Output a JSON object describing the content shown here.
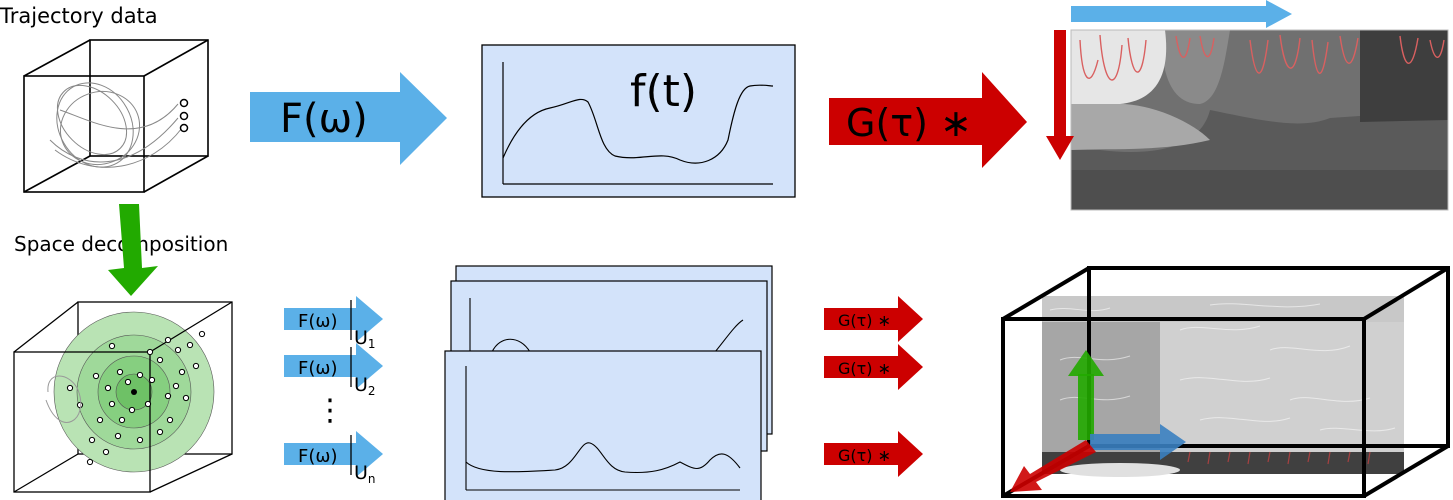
{
  "labels": {
    "trajectory": "Trajectory data",
    "space": "Space decomposition",
    "ft": "f(t)",
    "fw_big": "F(ω)",
    "gt_big": "G(τ) ∗",
    "fw_small": "F(ω)",
    "gt_small": "G(τ) ∗",
    "u1": "U",
    "u1_sub": "1",
    "u2": "U",
    "u2_sub": "2",
    "un": "U",
    "un_sub": "n",
    "dots": "⋮"
  },
  "colors": {
    "blue_arrow": "#5bb0e8",
    "red_arrow": "#cc0000",
    "green_arrow": "#22aa00",
    "panel_fill": "#d3e3fa",
    "sphere_green": "#7fcf7a"
  }
}
